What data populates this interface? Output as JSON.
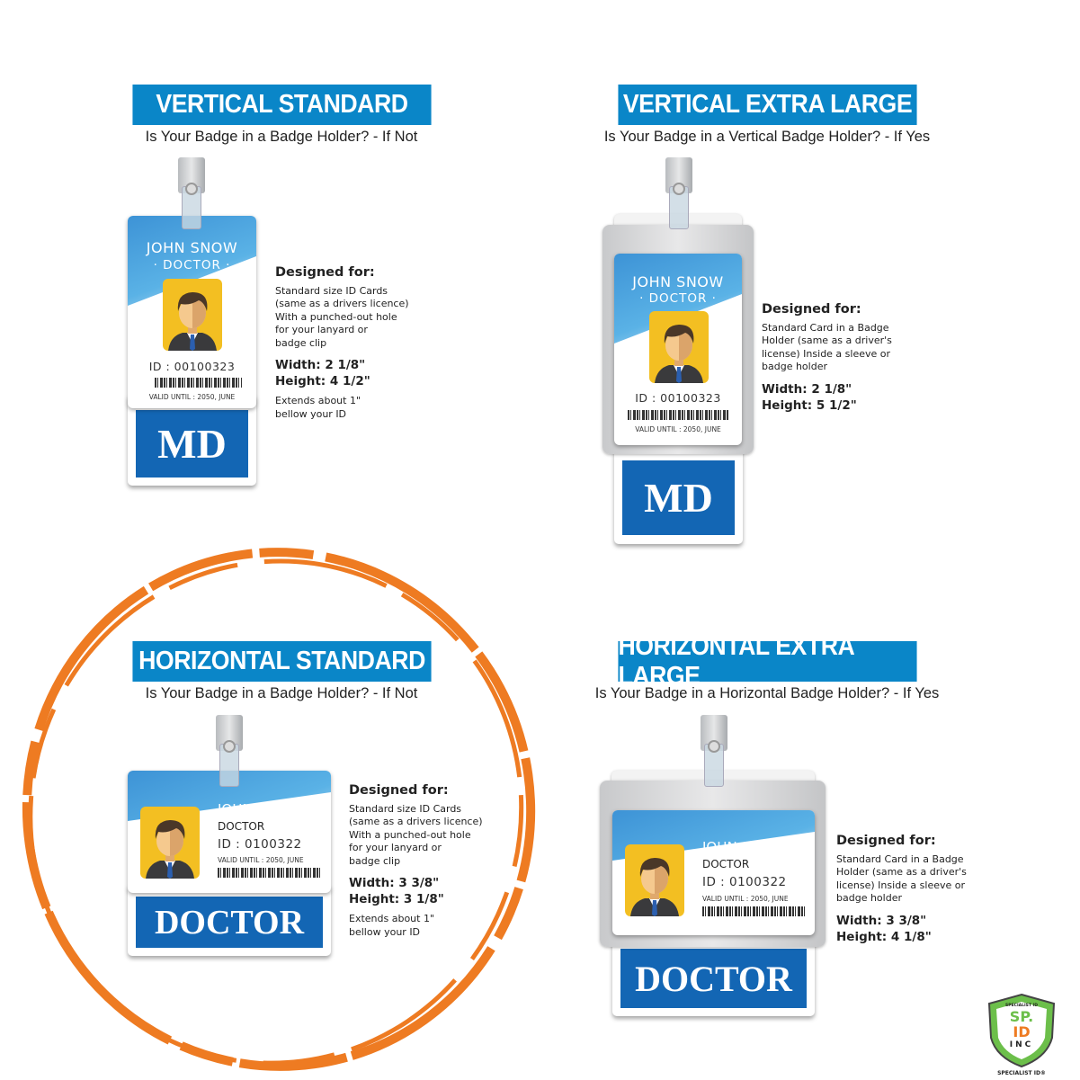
{
  "panels": [
    {
      "title": "VERTICAL STANDARD",
      "subtitle": "Is Your Badge in a Badge Holder? - If Not",
      "badge": {
        "name": "JOHN SNOW",
        "role": "· DOCTOR ·",
        "id": "ID : 00100323",
        "valid": "VALID UNTIL : 2050, JUNE",
        "tab": "MD"
      },
      "info": {
        "heading": "Designed for:",
        "lines": [
          "Standard size ID Cards",
          "(same as a drivers licence)",
          "With a punched-out hole",
          "for your lanyard or",
          "badge clip"
        ],
        "width": "Width: 2 1/8\"",
        "height": "Height: 4 1/2\"",
        "extends": [
          "Extends about 1\"",
          "bellow your ID"
        ]
      }
    },
    {
      "title": "VERTICAL  EXTRA LARGE",
      "subtitle": "Is Your Badge in a Vertical Badge Holder? - If Yes",
      "badge": {
        "name": "JOHN SNOW",
        "role": "· DOCTOR ·",
        "id": "ID : 00100323",
        "valid": "VALID UNTIL : 2050, JUNE",
        "tab": "MD"
      },
      "info": {
        "heading": "Designed for:",
        "lines": [
          "Standard Card in a Badge",
          "Holder (same as a driver's",
          "license) Inside a sleeve or",
          "badge holder"
        ],
        "width": "Width: 2 1/8\"",
        "height": "Height: 5 1/2\""
      }
    },
    {
      "title": "HORIZONTAL STANDARD",
      "subtitle": "Is Your Badge in a Badge Holder? - If Not",
      "badge": {
        "name": "JOHN SNOW",
        "role": "DOCTOR",
        "id": "ID : 0100322",
        "valid": "VALID UNTIL : 2050, JUNE",
        "tab": "DOCTOR"
      },
      "info": {
        "heading": "Designed for:",
        "lines": [
          "Standard size ID Cards",
          "(same as a drivers licence)",
          "With a punched-out hole",
          "for your lanyard or",
          "badge clip"
        ],
        "width": "Width: 3 3/8\"",
        "height": "Height: 3 1/8\"",
        "extends": [
          "Extends about 1\"",
          "bellow your ID"
        ]
      }
    },
    {
      "title": "HORIZONTAL  EXTRA LARGE",
      "subtitle": "Is Your Badge in a Horizontal Badge Holder? - If Yes",
      "badge": {
        "name": "JOHN SNOW",
        "role": "DOCTOR",
        "id": "ID : 0100322",
        "valid": "VALID UNTIL : 2050, JUNE",
        "tab": "DOCTOR"
      },
      "info": {
        "heading": "Designed for:",
        "lines": [
          "Standard Card in a Badge",
          "Holder (same as a driver's",
          "license) Inside a sleeve or",
          "badge holder"
        ],
        "width": "Width: 3 3/8\"",
        "height": "Height: 4 1/8\""
      }
    }
  ],
  "logo": {
    "top": "SPECIALIST ID",
    "mark1": "SP.",
    "mark2": "ID",
    "mark3": "INC",
    "caption": "SPECIALIST ID®"
  },
  "colors": {
    "header": "#0a86c8",
    "tab": "#1366b4",
    "highlight": "#ee7b22",
    "logo_green": "#6cbf4a"
  }
}
